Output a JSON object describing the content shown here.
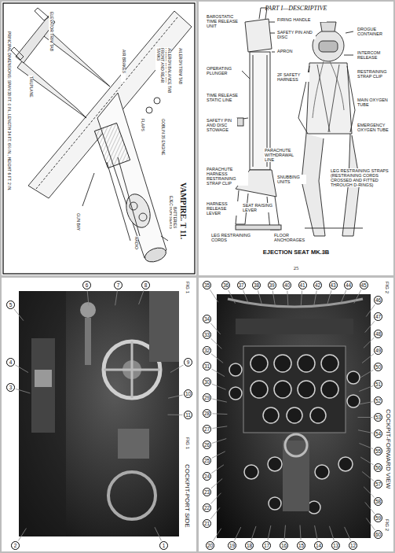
{
  "diagram": {
    "labels": [
      "VAMPIRE. T 11.",
      "PRINCIPAL DIMENSIONS: SPAN 38 FT. 0 IN., LENGTH 34 FT. 6½ IN., HEIGHT 6 FT. 2 IN.",
      "ELEVATOR TRIM TAB",
      "FILLER CAPS FOR FRONT AND REAR TANKS",
      "AILERON BALANCE TAB",
      "AILERON TRIM TAB",
      "FLAPS",
      "AIR BRAKES",
      "TAILPLANE",
      "GOBLIN 35 ENGINE",
      "EJECTION SEATS",
      "GUN BAY",
      "BATTERIES",
      "RADIO",
      "PART I—DESCRIPTIVE",
      "25",
      "EJECTION SEAT MK.3B",
      "BAROSTATIC TIME RELEASE UNIT",
      "FIRING HANDLE",
      "SAFETY PIN AND DISC",
      "APRON",
      "OPERATING PLUNGER",
      "2F SAFETY HARNESS",
      "TIME RELEASE STATIC LINE",
      "SAFETY PIN AND DISC STOWAGE",
      "PARACHUTE WITHDRAWAL LINE",
      "PARACHUTE HARNESS RESTRAINING STRAP CLIP",
      "SNUBBING UNITS",
      "HARNESS RELEASE LEVER",
      "SEAT RAISING LEVER",
      "LEG RESTRAINING CORDS",
      "FLOOR ANCHORAGES",
      "DROGUE CONTAINER",
      "INTERCOM RELEASE",
      "RESTRAINING STRAP CLIP",
      "MAIN OXYGEN TUBE",
      "EMERGENCY OXYGEN TUBE",
      "LEG RESTRAINING STRAPS (RESTRAINING CORDS CROSSED AND FITTED THROUGH D-RINGS)",
      "FIG 1",
      "COCKPIT-PORT SIDE",
      "FIG 1",
      "1",
      "2",
      "3",
      "4",
      "5",
      "6",
      "7",
      "8",
      "9",
      "10",
      "11",
      "COCKPIT-FORWARD VIEW",
      "FIG 2",
      "FIG 2",
      "12",
      "13",
      "14",
      "15",
      "16",
      "17",
      "18",
      "19",
      "20",
      "21",
      "22",
      "23",
      "24",
      "25",
      "26",
      "27",
      "28",
      "29",
      "30",
      "31",
      "32",
      "33",
      "34",
      "35",
      "36",
      "37",
      "38",
      "39",
      "40",
      "41",
      "42",
      "43",
      "44",
      "45",
      "46",
      "47",
      "48",
      "49",
      "50",
      "51",
      "52",
      "53",
      "54",
      "55",
      "56",
      "57",
      "58",
      "59",
      "60"
    ]
  }
}
